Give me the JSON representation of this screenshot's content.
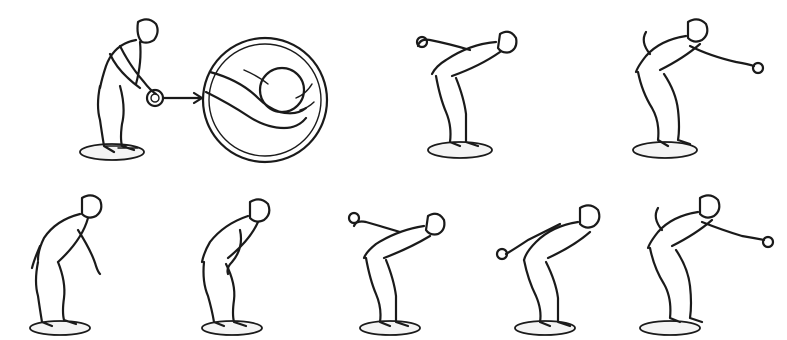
{
  "figure": {
    "colors": {
      "ink": "#1a1a1a",
      "background": "#ffffff",
      "pad_fill": "#f4f4f4"
    },
    "panels": [
      {
        "id": "row1-grip",
        "pose": "standing-crouch-ball-low",
        "has_zoom_inset": true
      },
      {
        "id": "row1-backswing",
        "pose": "bent-forward-arm-back"
      },
      {
        "id": "row1-release",
        "pose": "bent-forward-arm-forward"
      },
      {
        "id": "row2-ready",
        "pose": "crouch-arms-down"
      },
      {
        "id": "row2-hands-knees",
        "pose": "crouch-hands-on-knees"
      },
      {
        "id": "row2-backswing",
        "pose": "bent-forward-arm-back"
      },
      {
        "id": "row2-swing",
        "pose": "bent-forward-arm-swing"
      },
      {
        "id": "row2-release",
        "pose": "bent-forward-arm-forward"
      }
    ],
    "inset": {
      "shows": "hand-gripping-ball-closeup"
    }
  }
}
